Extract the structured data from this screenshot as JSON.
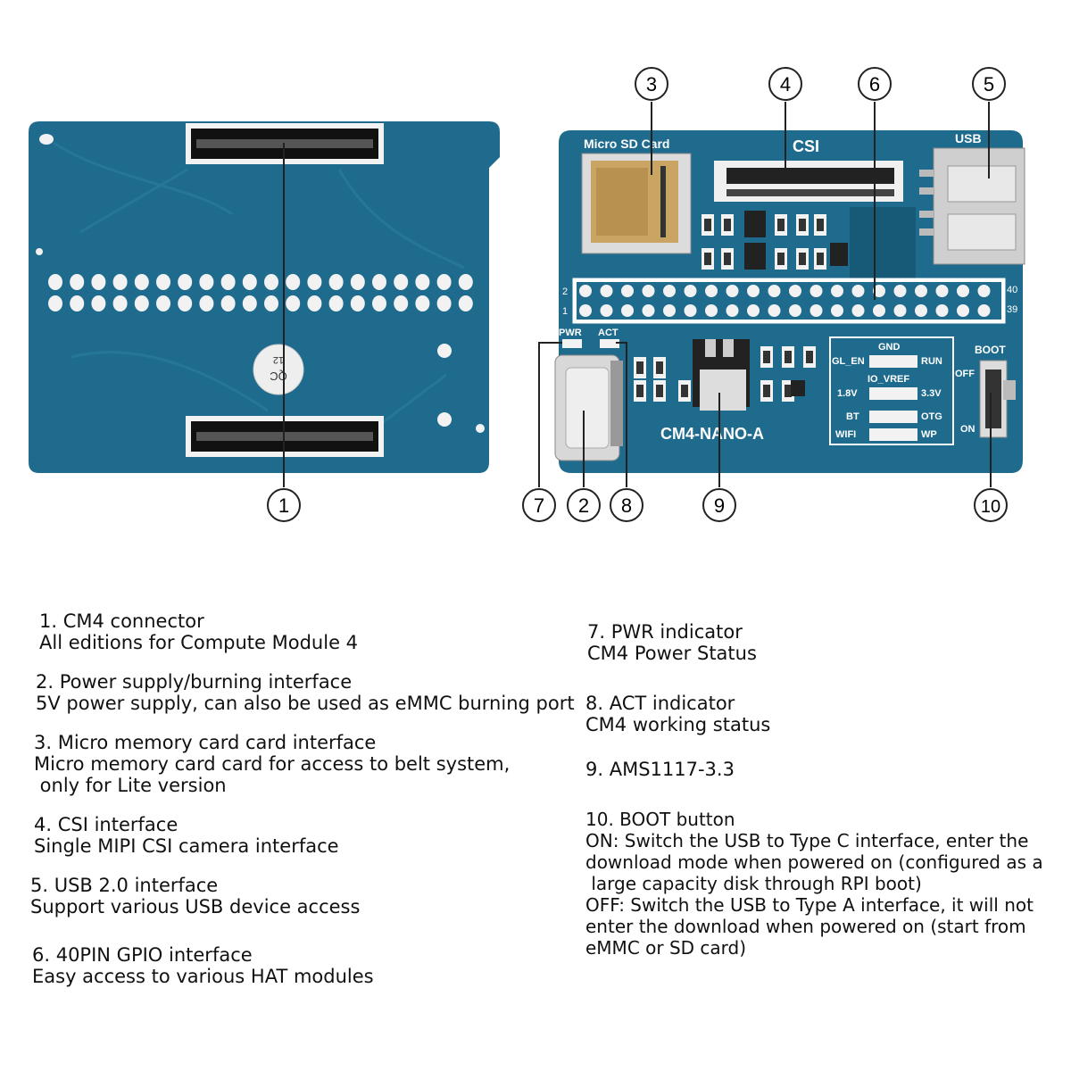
{
  "board": {
    "silk_micro_sd": "Micro SD Card",
    "silk_csi": "CSI",
    "silk_usb": "USB",
    "silk_pin2": "2",
    "silk_pin1": "1",
    "silk_pin40": "40",
    "silk_pin39": "39",
    "silk_pwr": "PWR",
    "silk_act": "ACT",
    "silk_gnd": "GND",
    "silk_gl_en": "GL_EN",
    "silk_run": "RUN",
    "silk_io_vref": "IO_VREF",
    "silk_1v8": "1.8V",
    "silk_3v3": "3.3V",
    "silk_bt": "BT",
    "silk_otg": "OTG",
    "silk_wifi": "WIFI",
    "silk_wp": "WP",
    "silk_boot": "BOOT",
    "silk_off": "OFF",
    "silk_on": "ON",
    "silk_model": "CM4-NANO-A",
    "silk_qc": "QC",
    "silk_qc_num": "12"
  },
  "callouts": [
    "1",
    "2",
    "3",
    "4",
    "5",
    "6",
    "7",
    "8",
    "9",
    "10"
  ],
  "colors": {
    "pcb": "#1f6b8e",
    "pcb_dark": "#175a78",
    "pad": "#f2f2f2",
    "silk": "#ffffff"
  },
  "descriptions": [
    {
      "title": "1. CM4 connector",
      "lines": [
        "All editions for Compute Module 4"
      ]
    },
    {
      "title": "2. Power supply/burning interface",
      "lines": [
        "5V power supply, can also be used as eMMC burning port"
      ]
    },
    {
      "title": "3. Micro memory card card interface",
      "lines": [
        "Micro memory card card for access to belt system,",
        " only for Lite version"
      ]
    },
    {
      "title": "4. CSI interface",
      "lines": [
        "Single MIPI CSI camera interface"
      ]
    },
    {
      "title": "5. USB 2.0 interface",
      "lines": [
        "Support various USB device access"
      ]
    },
    {
      "title": "6. 40PIN GPIO interface",
      "lines": [
        "Easy access to various HAT modules"
      ]
    },
    {
      "title": "7. PWR indicator",
      "lines": [
        "CM4 Power Status"
      ]
    },
    {
      "title": "8. ACT indicator",
      "lines": [
        "CM4 working status"
      ]
    },
    {
      "title": "9. AMS1117-3.3",
      "lines": []
    },
    {
      "title": "10. BOOT button",
      "lines": [
        "ON: Switch the USB to Type C interface, enter the",
        "download mode when powered on (configured as a",
        " large capacity disk through RPI boot)",
        "OFF: Switch the USB to Type A interface, it will not",
        "enter the download when powered on (start from",
        "eMMC or SD card)"
      ]
    }
  ]
}
